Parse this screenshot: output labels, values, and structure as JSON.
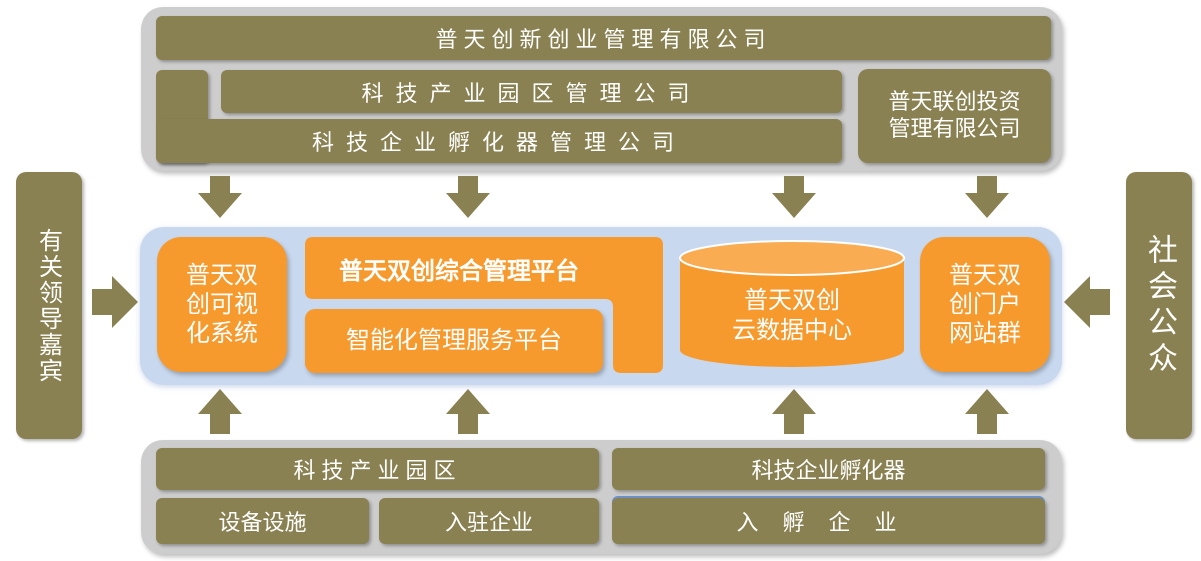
{
  "top_panel": {
    "company_main": "普天创新创业管理有限公司",
    "park_company": "科技产业园区管理公司",
    "incubator_company": "科技企业孵化器管理公司",
    "investment_company_line1": "普天联创投资",
    "investment_company_line2": "管理有限公司"
  },
  "left_side": {
    "label": "有关领导嘉宾"
  },
  "right_side": {
    "label": "社会公众"
  },
  "center_panel": {
    "visual_system": [
      "普天双",
      "创可视",
      "化系统"
    ],
    "integrated_platform": "普天双创综合管理平台",
    "smart_platform": "智能化管理服务平台",
    "cloud_center": [
      "普天双创",
      "云数据中心"
    ],
    "portal_group": [
      "普天双",
      "创门户",
      "网站群"
    ]
  },
  "bottom_panel": {
    "park": "科技产业园区",
    "incubator": "科技企业孵化器",
    "facilities": "设备设施",
    "resident": "入驻企业",
    "incubated": "入孵企业"
  },
  "colors": {
    "olive": "#8a8152",
    "orange": "#f79a2e",
    "panel_gray": "#cdcdcd",
    "center_blue": "#c8d8ee"
  }
}
